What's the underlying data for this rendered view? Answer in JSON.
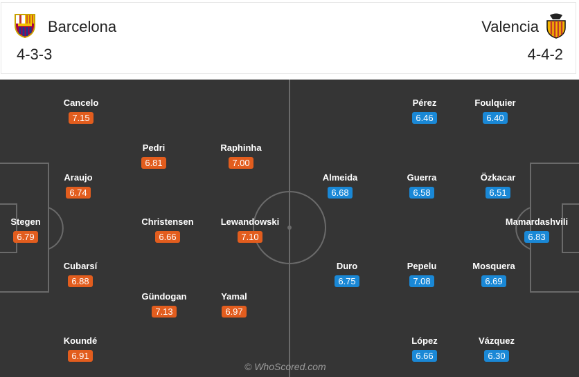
{
  "home": {
    "name": "Barcelona",
    "formation": "4-3-3",
    "players": [
      {
        "name": "Cancelo",
        "rating": "7.15"
      },
      {
        "name": "Pedri",
        "rating": "6.81"
      },
      {
        "name": "Raphinha",
        "rating": "7.00"
      },
      {
        "name": "Araujo",
        "rating": "6.74"
      },
      {
        "name": "Stegen",
        "rating": "6.79"
      },
      {
        "name": "Christensen",
        "rating": "6.66"
      },
      {
        "name": "Lewandowski",
        "rating": "7.10"
      },
      {
        "name": "Cubarsí",
        "rating": "6.88"
      },
      {
        "name": "Gündogan",
        "rating": "7.13"
      },
      {
        "name": "Yamal",
        "rating": "6.97"
      },
      {
        "name": "Koundé",
        "rating": "6.91"
      }
    ]
  },
  "away": {
    "name": "Valencia",
    "formation": "4-4-2",
    "players": [
      {
        "name": "Pérez",
        "rating": "6.46"
      },
      {
        "name": "Foulquier",
        "rating": "6.40"
      },
      {
        "name": "Almeida",
        "rating": "6.68"
      },
      {
        "name": "Guerra",
        "rating": "6.58"
      },
      {
        "name": "Özkacar",
        "rating": "6.51"
      },
      {
        "name": "Mamardashvili",
        "rating": "6.83"
      },
      {
        "name": "Duro",
        "rating": "6.75"
      },
      {
        "name": "Pepelu",
        "rating": "7.08"
      },
      {
        "name": "Mosquera",
        "rating": "6.69"
      },
      {
        "name": "López",
        "rating": "6.66"
      },
      {
        "name": "Vázquez",
        "rating": "6.30"
      }
    ]
  },
  "watermark": "© WhoScored.com",
  "colors": {
    "home_rating": "#e25d1e",
    "away_rating": "#1a88d6",
    "pitch": "#353535"
  },
  "icons": {
    "home_crest": "barcelona-crest-icon",
    "away_crest": "valencia-crest-icon"
  }
}
